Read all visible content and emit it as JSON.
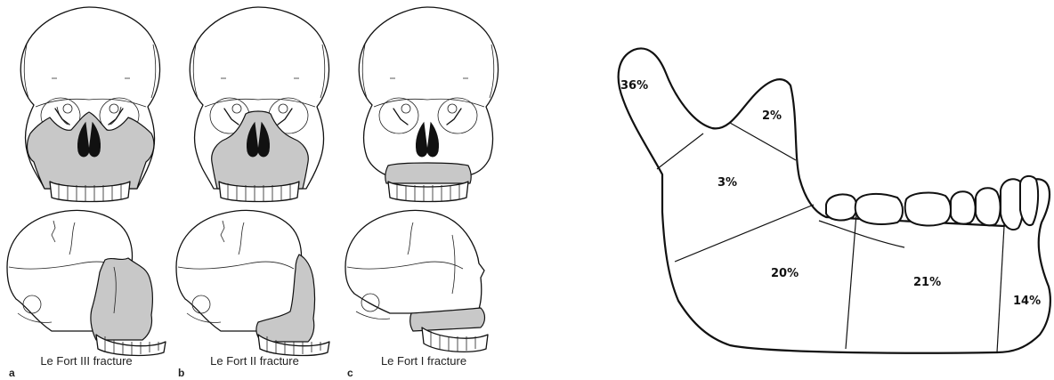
{
  "lefort": {
    "fragment_color": "#c8c8c8",
    "panels": [
      {
        "letter": "a",
        "caption": "Le Fort III fracture"
      },
      {
        "letter": "b",
        "caption": "Le Fort II fracture"
      },
      {
        "letter": "c",
        "caption": "Le Fort I fracture"
      }
    ]
  },
  "mandible": {
    "regions": [
      {
        "label": "36%"
      },
      {
        "label": "2%"
      },
      {
        "label": "3%"
      },
      {
        "label": "20%"
      },
      {
        "label": "21%"
      },
      {
        "label": "14%"
      }
    ]
  }
}
